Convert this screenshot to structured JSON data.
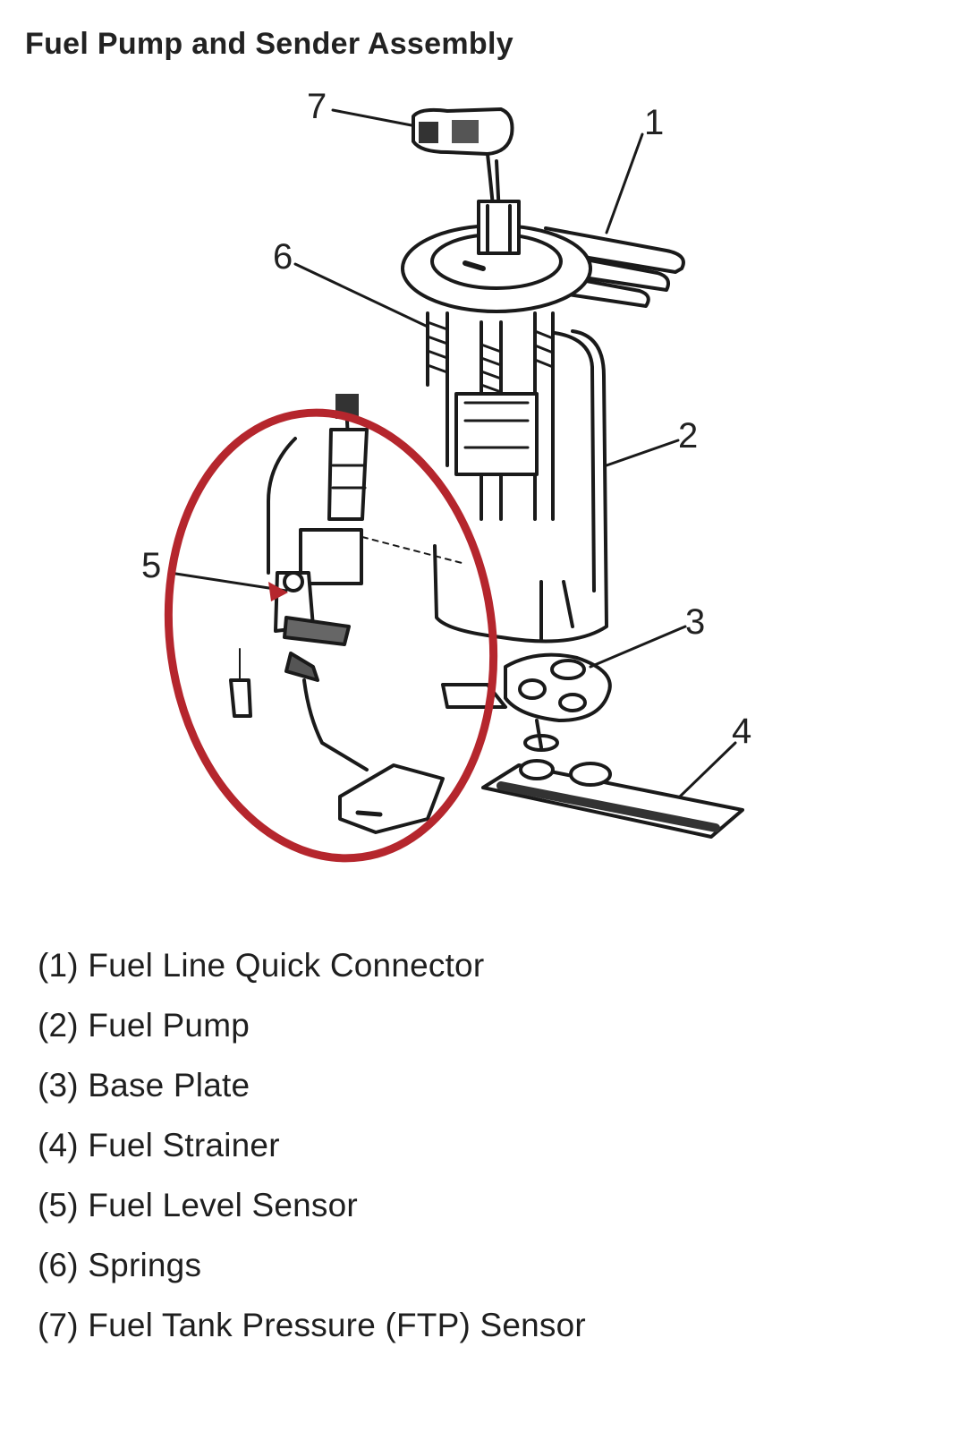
{
  "title": "Fuel Pump and Sender Assembly",
  "callouts": {
    "c1": "1",
    "c2": "2",
    "c3": "3",
    "c4": "4",
    "c5": "5",
    "c6": "6",
    "c7": "7"
  },
  "legend": [
    "(1) Fuel Line Quick Connector",
    "(2) Fuel Pump",
    "(3) Base Plate",
    "(4) Fuel Strainer",
    "(5) Fuel Level Sensor",
    "(6) Springs",
    "(7) Fuel Tank Pressure (FTP) Sensor"
  ],
  "colors": {
    "highlight_circle": "#b5262d",
    "line_art": "#1a1a1a"
  },
  "highlighted_part": "fuel-level-sensor"
}
